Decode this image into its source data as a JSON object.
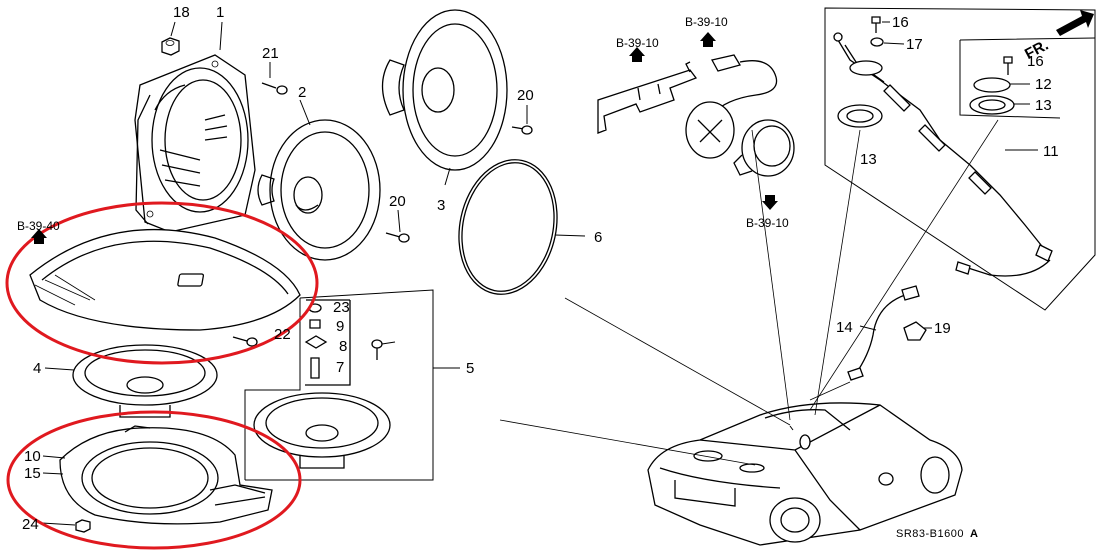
{
  "diagram": {
    "callouts": [
      "18",
      "1",
      "21",
      "2",
      "20",
      "3",
      "20",
      "6",
      "4",
      "23",
      "9",
      "22",
      "8",
      "7",
      "5",
      "10",
      "15",
      "24",
      "16",
      "17",
      "16",
      "12",
      "13",
      "13",
      "11",
      "14",
      "19"
    ],
    "refs": [
      "B-39-40",
      "B-39-10",
      "B-39-10",
      "B-39-10"
    ],
    "direction_label": "FR.",
    "drawing_code": "SR83-B1600",
    "drawing_rev": "A",
    "highlight_color": "#e0191f"
  }
}
